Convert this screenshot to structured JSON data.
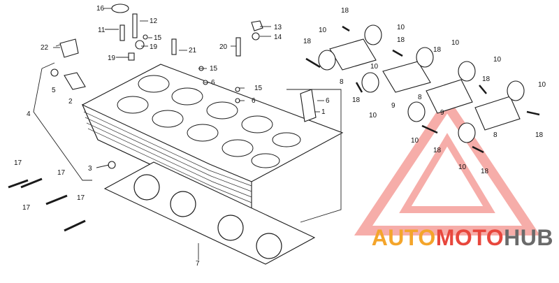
{
  "diagram": {
    "callouts": {
      "c1": "1",
      "c2": "2",
      "c3": "3",
      "c4": "4",
      "c5": "5",
      "c6a": "6",
      "c6b": "6",
      "c6c": "6",
      "c7": "7",
      "c8a": "8",
      "c8b": "8",
      "c8c": "8",
      "c9a": "9",
      "c9b": "9",
      "c10a": "10",
      "c10b": "10",
      "c10c": "10",
      "c10d": "10",
      "c10e": "10",
      "c10f": "10",
      "c10g": "10",
      "c10h": "10",
      "c10i": "10",
      "c11": "11",
      "c12": "12",
      "c13": "13",
      "c14": "14",
      "c15a": "15",
      "c15b": "15",
      "c15c": "15",
      "c16": "16",
      "c17a": "17",
      "c17b": "17",
      "c17c": "17",
      "c17d": "17",
      "c18a": "18",
      "c18b": "18",
      "c18c": "18",
      "c18d": "18",
      "c18e": "18",
      "c18f": "18",
      "c18g": "18",
      "c18h": "18",
      "c18i": "18",
      "c19a": "19",
      "c19b": "19",
      "c20": "20",
      "c21": "21",
      "c22": "22"
    }
  },
  "watermark": {
    "part1": "AUTO",
    "part2": "MOTO",
    "part3": "HUB",
    "color1": "#f4a52b",
    "color2": "#e8473d",
    "color3": "#6a6a6a",
    "triangle_color": "#ef6b63"
  }
}
